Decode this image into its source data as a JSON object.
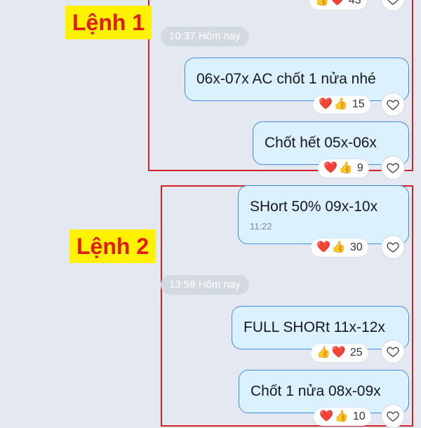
{
  "annotations": {
    "group1_label": "Lệnh 1",
    "group2_label": "Lệnh 2",
    "box_color": "#d2232a",
    "label_bg": "#fff200",
    "label_color": "#e01b1b"
  },
  "top_partial": {
    "reaction_count": "43"
  },
  "time_dividers": [
    {
      "label": "10:37 Hôm nay"
    },
    {
      "label": "13:58 Hôm nay"
    }
  ],
  "messages": [
    {
      "text": "06x-07x AC chốt 1 nửa nhé",
      "reactions": [
        "heart-emoji",
        "thumbs-up-emoji"
      ],
      "reaction_count": "15"
    },
    {
      "text": "Chốt hết 05x-06x",
      "reactions": [
        "heart-emoji",
        "thumbs-up-emoji"
      ],
      "reaction_count": "9"
    },
    {
      "text": "SHort 50% 09x-10x",
      "time": "11:22",
      "reactions": [
        "heart-emoji",
        "thumbs-up-emoji"
      ],
      "reaction_count": "30"
    },
    {
      "text": "FULL SHORt 11x-12x",
      "reactions": [
        "thumbs-up-emoji",
        "heart-emoji"
      ],
      "reaction_count": "25"
    },
    {
      "text": "Chốt 1 nửa 08x-09x",
      "reactions": [
        "heart-emoji",
        "thumbs-up-emoji"
      ],
      "reaction_count": "10"
    }
  ],
  "colors": {
    "background": "#e4e8f0",
    "bubble_bg": "#dbf1fe",
    "bubble_border": "#3d8ee0",
    "time_pill_bg": "#d3d9e1"
  }
}
